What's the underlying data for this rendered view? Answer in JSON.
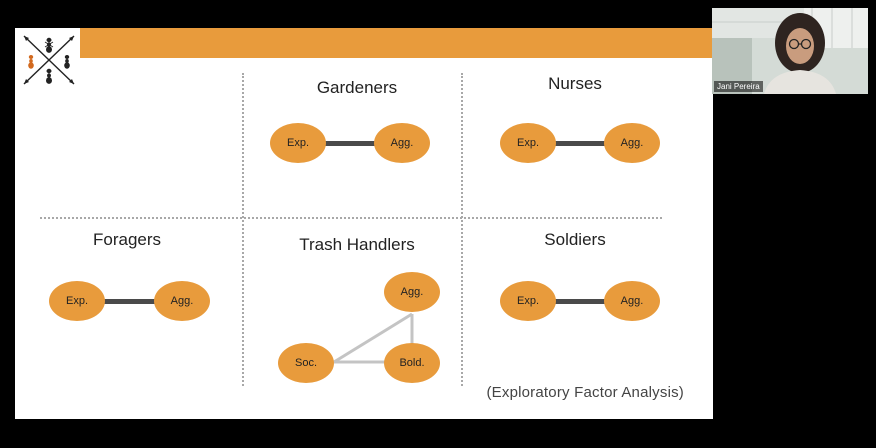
{
  "presenter": {
    "name": "Jani Pereira"
  },
  "slide": {
    "accent_color": "#e89b3c",
    "edge_color": "#4a4a4a",
    "castes": [
      {
        "title": "Gardeners",
        "nodes": [
          "Exp.",
          "Agg."
        ]
      },
      {
        "title": "Nurses",
        "nodes": [
          "Exp.",
          "Agg."
        ]
      },
      {
        "title": "Foragers",
        "nodes": [
          "Exp.",
          "Agg."
        ]
      },
      {
        "title": "Trash Handlers",
        "nodes": [
          "Agg.",
          "Soc.",
          "Bold."
        ]
      },
      {
        "title": "Soldiers",
        "nodes": [
          "Exp.",
          "Agg."
        ]
      }
    ],
    "note": "(Exploratory Factor Analysis)"
  }
}
